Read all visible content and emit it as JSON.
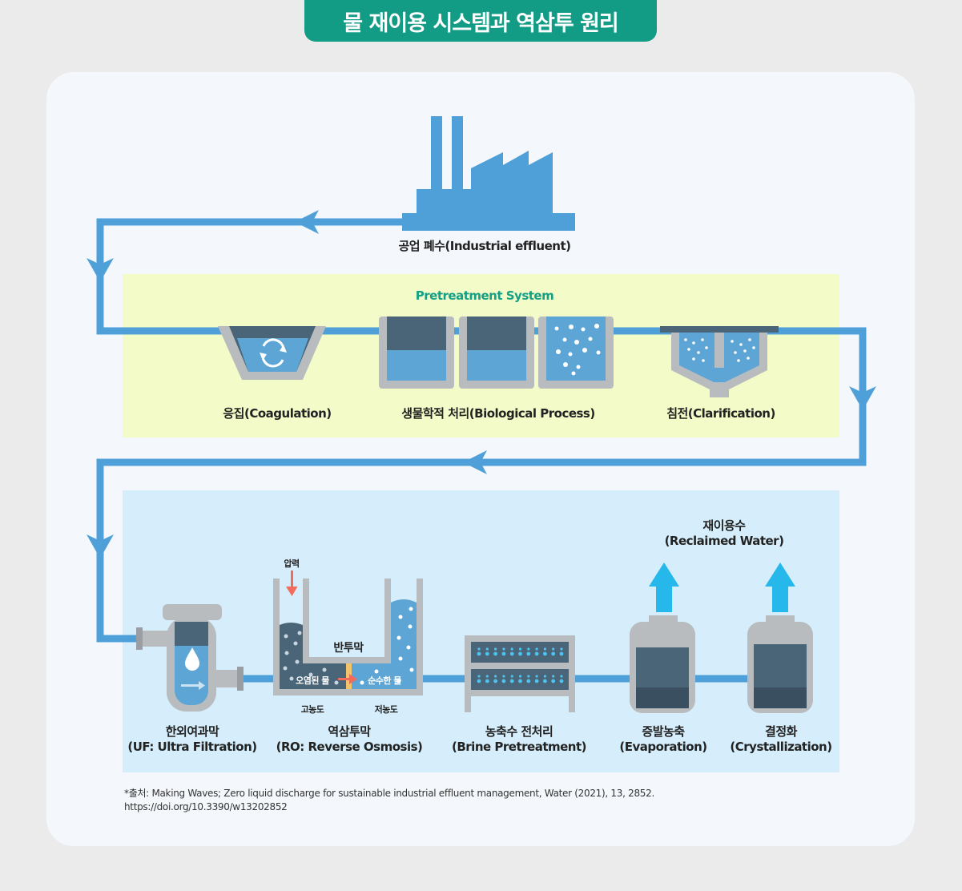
{
  "title": "물 재이용 시스템과 역삼투 원리",
  "source": {
    "effluent": "공업 폐수(Industrial effluent)"
  },
  "pretreatment": {
    "label": "Pretreatment System",
    "steps": [
      "응집(Coagulation)",
      "생물학적 처리(Biological Process)",
      "침전(Clarification)"
    ]
  },
  "ro_detail": {
    "pressure": "압력",
    "membrane": "반투막",
    "polluted": "오염된 물",
    "pure": "순수한 물",
    "high_conc": "고농도",
    "low_conc": "저농도"
  },
  "reclaimed": {
    "line1": "재이용수",
    "line2": "(Reclaimed Water)"
  },
  "stages": [
    {
      "ko": "한외여과막",
      "en": "(UF: Ultra Filtration)"
    },
    {
      "ko": "역삼투막",
      "en": "(RO: Reverse Osmosis)"
    },
    {
      "ko": "농축수 전처리",
      "en": "(Brine Pretreatment)"
    },
    {
      "ko": "증발농축",
      "en": "(Evaporation)"
    },
    {
      "ko": "결정화",
      "en": "(Crystallization)"
    }
  ],
  "footnote": {
    "line1": "*출처: Making Waves; Zero liquid discharge for sustainable industrial effluent management, Water (2021), 13, 2852.",
    "line2": "https://doi.org/10.3390/w13202852"
  },
  "colors": {
    "accent": "#139c85",
    "pipe": "#4fa0d8",
    "pretreatment_bg": "#f3fcc8",
    "process_bg": "#d6eefb",
    "tank_dark": "#4a6478",
    "water": "#5da5d4",
    "frame_gray": "#b9bcbf",
    "reclaimed_arrow": "#26b8ea",
    "pressure_arrow": "#f26b5b"
  }
}
